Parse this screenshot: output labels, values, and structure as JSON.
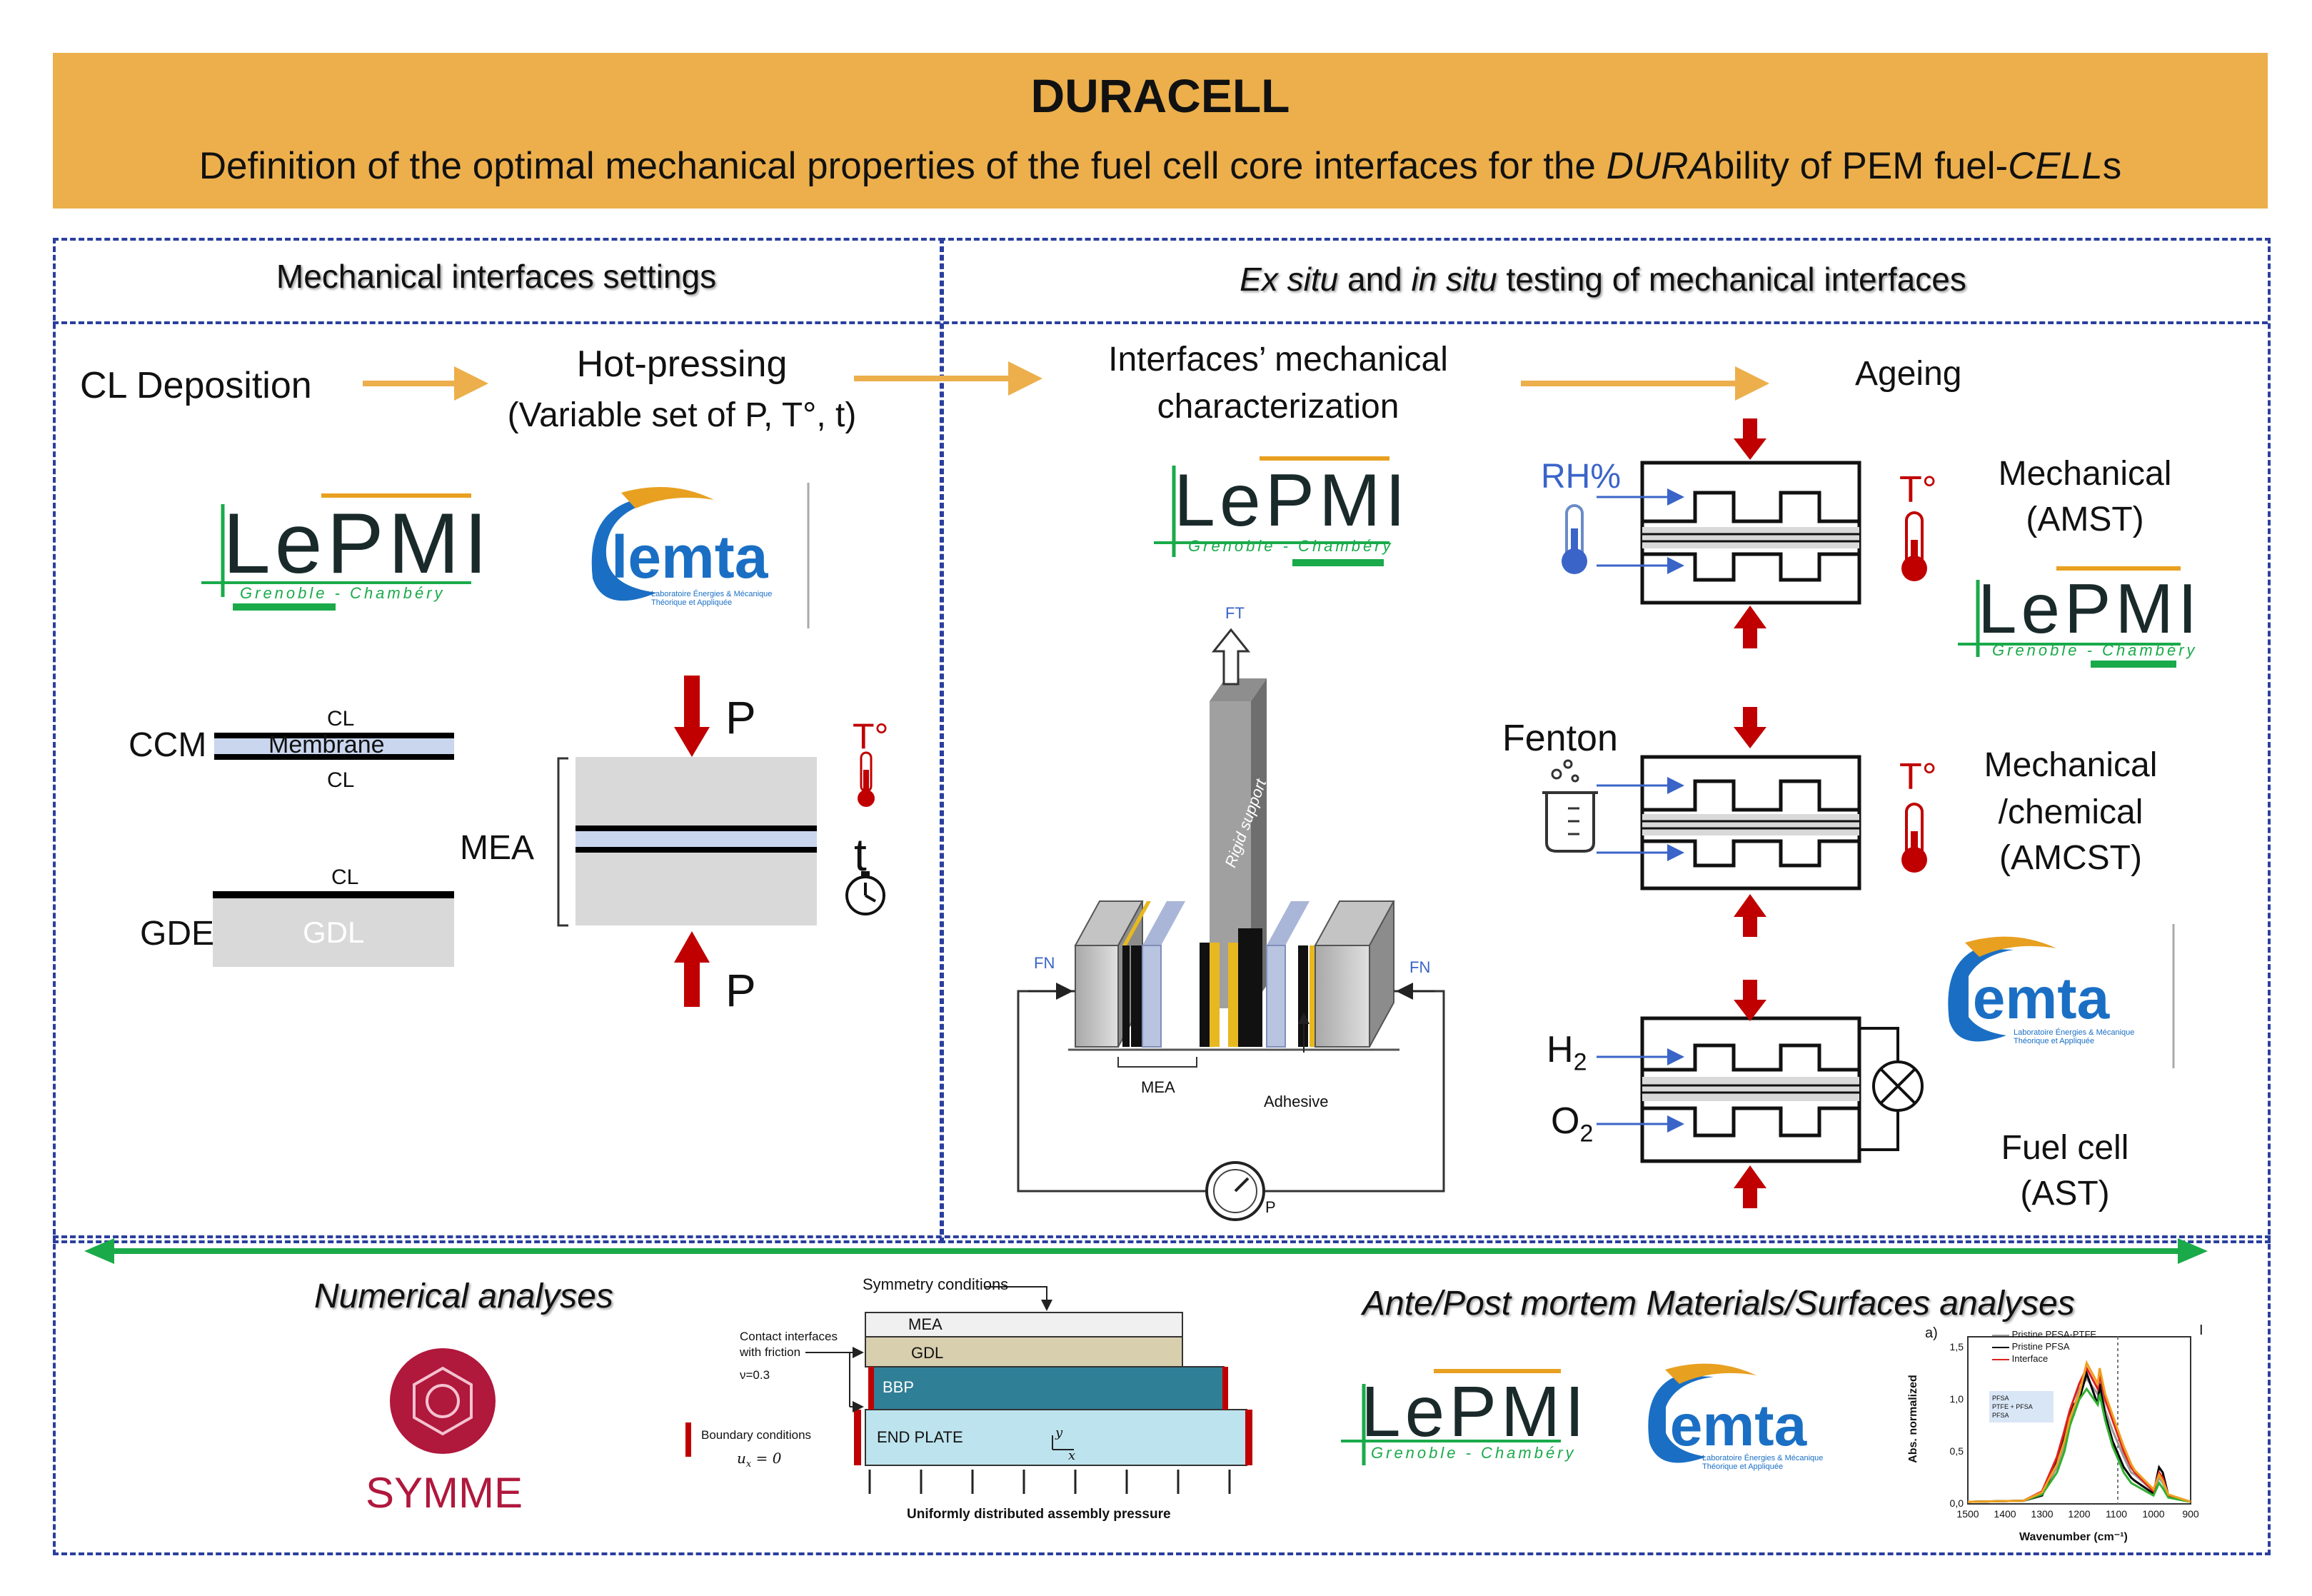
{
  "banner": {
    "title": "DURACELL",
    "subtitle_parts": [
      "Definition of the optimal mechanical properties of the fuel cell core interfaces for the ",
      "DURA",
      "bility of PEM fuel-",
      "CELL",
      "s"
    ]
  },
  "sections": {
    "left_title": "Mechanical interfaces settings",
    "right_title_parts": [
      "Ex situ",
      " and ",
      "in situ",
      " testing of mechanical interfaces"
    ],
    "numerical_title": "Numerical analyses",
    "materials_title": "Ante/Post mortem Materials/Surfaces analyses"
  },
  "process": {
    "cl_deposition": "CL Deposition",
    "hot_pressing": "Hot-pressing",
    "hot_pressing_params": "(Variable set of P, T°, t)",
    "interfaces_char_line1": "Interfaces’ mechanical",
    "interfaces_char_line2": "characterization",
    "ageing": "Ageing"
  },
  "logos": {
    "lepmi_text": "LePMI",
    "lepmi_sub": "Grenoble - Chambéry",
    "lemta_text": "lemta",
    "lemta_sub": "Laboratoire Énergies & Mécanique Théorique et Appliquée",
    "symme_text": "SYMME"
  },
  "layers": {
    "ccm": "CCM",
    "cl_top": "CL",
    "membrane": "Membrane",
    "cl_bottom": "CL",
    "gde": "GDE",
    "cl_gde": "CL",
    "gdl": "GDL",
    "mea": "MEA",
    "p_top": "P",
    "p_bottom": "P",
    "temp": "T°",
    "time": "t"
  },
  "rig": {
    "ft": "FT",
    "rigid_support": "Rigid support",
    "fn_left": "FN",
    "fn_right": "FN",
    "mea": "MEA",
    "adhesive": "Adhesive",
    "p": "P"
  },
  "ageing_tests": {
    "rh": "RH%",
    "t1": "T°",
    "mech_line1": "Mechanical",
    "mech_line2": "(AMST)",
    "fenton": "Fenton",
    "t2": "T°",
    "chem_line1": "Mechanical",
    "chem_line2": "/chemical",
    "chem_line3": "(AMCST)",
    "h2": "H",
    "h2_sub": "2",
    "o2": "O",
    "o2_sub": "2",
    "fc_line1": "Fuel cell",
    "fc_line2": "(AST)"
  },
  "fem": {
    "symmetry": "Symmetry conditions",
    "mea": "MEA",
    "gdl": "GDL",
    "contact1": "Contact interfaces",
    "contact2": "with friction",
    "nu": "ν=0.3",
    "bbp": "BBP",
    "boundary": "Boundary conditions",
    "ux": "u",
    "ux_sub": "x",
    "ux_eq": " = 0",
    "end_plate": "END PLATE",
    "ax_y": "y",
    "ax_x": "x",
    "pressure": "Uniformly distributed assembly pressure"
  },
  "chart_data": {
    "type": "line",
    "panel_label": "a)",
    "xlabel": "Wavenumber (cm⁻¹)",
    "ylabel": "Abs. normalized",
    "x_ticks": [
      "1500",
      "1400",
      "1300",
      "1200",
      "1100",
      "1000",
      "900"
    ],
    "y_ticks": [
      "0,0",
      "0,5",
      "1,0",
      "1,5"
    ],
    "xlim": [
      1500,
      900
    ],
    "ylim": [
      0,
      1.6
    ],
    "legend": [
      "Pristine PFSA-PTFE",
      "Pristine PFSA",
      "Interface"
    ],
    "inset_labels": [
      "PFSA",
      "PTFE + PFSA",
      "PFSA"
    ],
    "corner_mark": "I",
    "series": [
      {
        "name": "Pristine PFSA-PTFE",
        "color": "#9a9a9a",
        "x": [
          1500,
          1350,
          1300,
          1260,
          1240,
          1225,
          1215,
          1200,
          1180,
          1150,
          1145,
          1130,
          1110,
          1080,
          1060,
          1050,
          1000,
          985,
          975,
          960,
          900
        ],
        "y": [
          0.02,
          0.03,
          0.1,
          0.35,
          0.55,
          0.8,
          0.9,
          1.1,
          1.2,
          1.05,
          1.2,
          0.9,
          0.7,
          0.45,
          0.3,
          0.28,
          0.12,
          0.25,
          0.2,
          0.08,
          0.02
        ]
      },
      {
        "name": "Pristine PFSA",
        "color": "#000000",
        "x": [
          1500,
          1350,
          1300,
          1260,
          1240,
          1225,
          1215,
          1200,
          1180,
          1150,
          1145,
          1130,
          1110,
          1080,
          1060,
          1050,
          1000,
          985,
          975,
          960,
          900
        ],
        "y": [
          0.02,
          0.03,
          0.08,
          0.4,
          0.65,
          0.85,
          0.95,
          1.0,
          1.25,
          0.95,
          1.15,
          0.85,
          0.6,
          0.35,
          0.25,
          0.22,
          0.1,
          0.35,
          0.3,
          0.08,
          0.02
        ]
      },
      {
        "name": "Interface",
        "color": "#e02020",
        "x": [
          1500,
          1350,
          1300,
          1260,
          1240,
          1225,
          1215,
          1200,
          1180,
          1150,
          1145,
          1130,
          1110,
          1080,
          1060,
          1050,
          1000,
          985,
          975,
          960,
          900
        ],
        "y": [
          0.02,
          0.03,
          0.12,
          0.45,
          0.7,
          0.9,
          1.0,
          1.15,
          1.3,
          1.1,
          1.25,
          1.0,
          0.8,
          0.5,
          0.35,
          0.3,
          0.12,
          0.3,
          0.25,
          0.08,
          0.02
        ]
      },
      {
        "name": "",
        "color": "#30b030",
        "x": [
          1500,
          1350,
          1300,
          1260,
          1240,
          1225,
          1215,
          1200,
          1180,
          1150,
          1145,
          1130,
          1110,
          1080,
          1060,
          1050,
          1000,
          985,
          975,
          960,
          900
        ],
        "y": [
          0.02,
          0.03,
          0.09,
          0.3,
          0.5,
          0.75,
          0.85,
          1.0,
          1.1,
          0.95,
          1.05,
          0.8,
          0.55,
          0.3,
          0.2,
          0.18,
          0.08,
          0.2,
          0.15,
          0.06,
          0.02
        ]
      },
      {
        "name": "",
        "color": "#f0a020",
        "x": [
          1500,
          1350,
          1300,
          1260,
          1240,
          1225,
          1215,
          1200,
          1180,
          1150,
          1145,
          1130,
          1110,
          1080,
          1060,
          1050,
          1000,
          985,
          975,
          960,
          900
        ],
        "y": [
          0.02,
          0.03,
          0.11,
          0.38,
          0.6,
          0.82,
          0.92,
          1.05,
          1.35,
          1.15,
          1.3,
          1.05,
          0.85,
          0.55,
          0.38,
          0.32,
          0.14,
          0.28,
          0.22,
          0.09,
          0.02
        ]
      }
    ]
  },
  "colors": {
    "banner": "#ecaf4c",
    "dashed_border": "#2a3f9e",
    "flow_arrow": "#ecaf4c",
    "green_arrow": "#1aaa4a",
    "pressure_arrow": "#c00000",
    "lepmi_green": "#1aaa4a",
    "lepmi_orange": "#e8a020",
    "lemta_blue": "#1a6fc4",
    "bbp": "#2f7f96",
    "end_plate": "#bde3ee",
    "symme_red": "#b0183c"
  }
}
